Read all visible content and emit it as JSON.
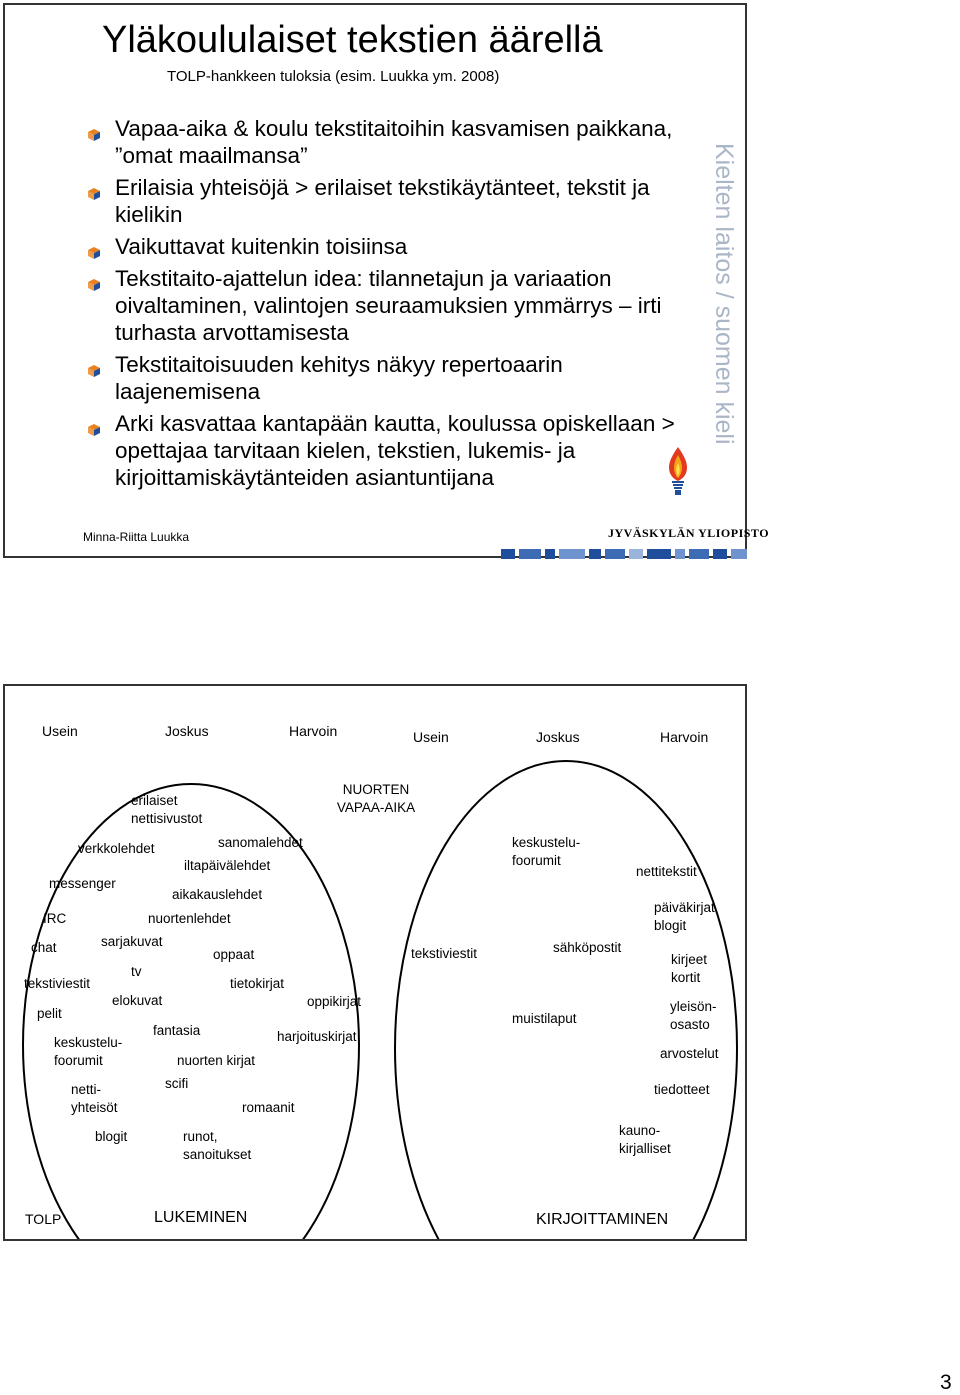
{
  "slide1": {
    "title": "Yläkoululaiset tekstien äärellä",
    "subtitle": "TOLP-hankkeen tuloksia (esim. Luukka ym. 2008)",
    "bullets": [
      "Vapaa-aika & koulu tekstitaitoihin kasvamisen paikkana, ”omat maailmansa”",
      "Erilaisia yhteisöjä > erilaiset tekstikäytänteet, tekstit ja kielikin",
      "Vaikuttavat kuitenkin toisiinsa",
      "Tekstitaito-ajattelun idea: tilannetajun ja variaation oivaltaminen, valintojen seuraamuksien ymmärrys – irti turhasta arvottamisesta",
      "Tekstitaitoisuuden kehitys näkyy repertoaarin laajenemisena",
      "Arki kasvattaa kantapään kautta, koulussa opiskellaan > opettajaa tarvitaan kielen, tekstien, lukemis- ja kirjoittamiskäytänteiden asiantuntijana"
    ],
    "vertical_text": "Kielten laitos / suomen kieli",
    "author": "Minna-Riitta Luukka",
    "university": "JYVÄSKYLÄN YLIOPISTO",
    "colors": {
      "bullet_orange": "#e8821e",
      "bullet_blue": "#1f4e9c",
      "vertical_text": "#aab6c6"
    },
    "flame_icon": "university-flame-logo"
  },
  "slide2": {
    "header_left": [
      "Usein",
      "Joskus",
      "Harvoin"
    ],
    "header_right": [
      "Usein",
      "Joskus",
      "Harvoin"
    ],
    "center_label": "NUORTEN VAPAA-AIKA",
    "left_words": [
      "erilaiset nettisivustot",
      "verkkolehdet",
      "sanomalehdet",
      "iltapäivälehdet",
      "messenger",
      "aikakauslehdet",
      "IRC",
      "nuortenlehdet",
      "sarjakuvat",
      "chat",
      "oppaat",
      "tv",
      "tekstiviestit",
      "tietokirjat",
      "elokuvat",
      "oppikirjat",
      "pelit",
      "fantasia",
      "harjoituskirjat",
      "keskustelu-foorumit",
      "nuorten kirjat",
      "scifi",
      "netti-yhteisöt",
      "romaanit",
      "blogit",
      "runot, sanoitukset"
    ],
    "right_words": [
      "keskustelu-foorumit",
      "nettitekstit",
      "päiväkirjat blogit",
      "tekstiviestit",
      "sähköpostit",
      "kirjeet kortit",
      "muistilaput",
      "yleisön-osasto",
      "arvostelut",
      "tiedotteet",
      "kauno-kirjalliset"
    ],
    "footer_left": "TOLP",
    "footer_mid": "LUKEMINEN",
    "footer_right": "KIRJOITTAMINEN"
  },
  "page_number": "3"
}
